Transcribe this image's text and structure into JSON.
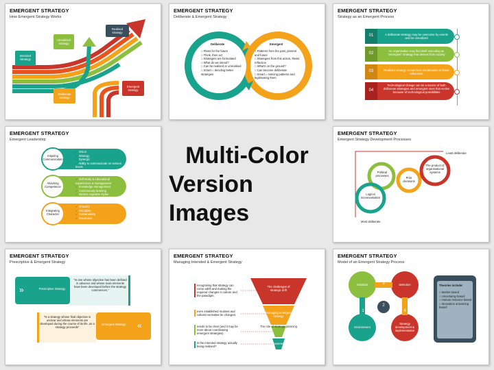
{
  "colors": {
    "teal": "#1aa38c",
    "green": "#8dbf3f",
    "orange": "#f4a21a",
    "red": "#c9352b",
    "darkred": "#a8231f",
    "slate": "#3a4f5e"
  },
  "heading": {
    "line1": "Multi-Color",
    "line2": "Version Images"
  },
  "slides": [
    {
      "title": "EMERGENT STRATEGY",
      "subtitle": "How Emergent Strategy Works",
      "labels": {
        "intended": "Intended Strategy",
        "unrealised": "Unrealised strategy",
        "realised": "Realised strategy",
        "deliberate": "Deliberate strategy",
        "emergent": "Emergent strategy"
      }
    },
    {
      "title": "EMERGENT STRATEGY",
      "subtitle": "Deliberate & Emergent Strategy",
      "deliberate": {
        "heading": "Deliberate",
        "items": [
          "Plans for the future",
          "Think, then act",
          "Strategies are formulated",
          "What do we intend?",
          "Can be realised or unrealised",
          "Smart = deciding better strategies"
        ]
      },
      "emergent": {
        "heading": "Emergent",
        "items": [
          "Patterns from the past, present and future",
          "Strategies from this action, thesis reflection",
          "What's on the ground?",
          "Can become deliberate",
          "Smart = noticing patterns and legitimating them"
        ]
      }
    },
    {
      "title": "EMERGENT STRATEGY",
      "subtitle": "Strategy as an Emergent Process",
      "steps": [
        {
          "num": "01",
          "text": "A deliberate strategy may be overcome by events and be unrealized"
        },
        {
          "num": "02",
          "text": "An organisation may find itself executing an \"emergent\" strategy that derives from society"
        },
        {
          "num": "03",
          "text": "Realized strategy comes from combination of these influences"
        },
        {
          "num": "04",
          "text": "Technological change can be a source of both deliberate strategies and emergent ones that evolve because of technological possibilities"
        }
      ]
    },
    {
      "title": "EMERGENT STRATEGY",
      "subtitle": "Emergent Leadership",
      "rows": [
        {
          "label": "Inspiring Communication",
          "items": [
            "Vision",
            "Strategy",
            "Synergic",
            "Ability to communicate on various levels"
          ]
        },
        {
          "label": "Attacking Competence",
          "items": [
            "Self-study & educational experiences & management",
            "Knowledge management",
            "Continuously learning",
            "Various cognitive styles"
          ]
        },
        {
          "label": "Integrating Character",
          "items": [
            "Virtuality",
            "Discipline",
            "Sustainability",
            "Revolution"
          ]
        }
      ]
    },
    {
      "title": "EMERGENT STRATEGY",
      "subtitle": "Emergent Strategy Development Processes",
      "labels": {
        "least": "Least deliberate",
        "most": "Most deliberate",
        "political": "Political processes",
        "prior": "Prior decisions",
        "product": "The product of organisational systems",
        "logical": "Logical incrementalism"
      }
    },
    {
      "title": "EMERGENT STRATEGY",
      "subtitle": "Prescriptive & Emergent Strategy",
      "prescriptive": {
        "label": "Prescriptive Strategy",
        "quote": "\"Is one whose objective has been defined in advance and whose main elements have been developed before the strategy commences.\""
      },
      "emergent": {
        "label": "Emergent Strategy",
        "quote": "\"Is a strategy whose final objective is unclear and whose elements are developed during the course of its life, as a strategy proceeds\""
      }
    },
    {
      "title": "EMERGENT STRATEGY",
      "subtitle": "Managing Intended & Emergent Strategy",
      "notes": [
        "recognising that strategy can come adrift and making the required changes in culture and the paradigm.",
        "even established routines and cultural normalise be changed.",
        "needs to be clear (and it may be more about coordinating emergent strategies).",
        "Is the intended strategy actually being realised?"
      ],
      "funnel": [
        "The challenges of strategic drift",
        "Managing emergent strategy",
        "The role of strategic planning",
        "Awareness"
      ]
    },
    {
      "title": "EMERGENT STRATEGY",
      "subtitle": "Model of an Emergent Strategy Process",
      "nodes": [
        {
          "num": "1",
          "label": "Environment"
        },
        {
          "num": "2",
          "label": "Variation"
        },
        {
          "num": "3",
          "label": "Selection"
        },
        {
          "num": "4",
          "label": "Strategy development & implementation"
        }
      ],
      "panel": {
        "title": "Theories include:",
        "items": [
          "Market based",
          "Uncertainty based",
          "Human resource based",
          "Innovation & learning based"
        ]
      }
    }
  ]
}
